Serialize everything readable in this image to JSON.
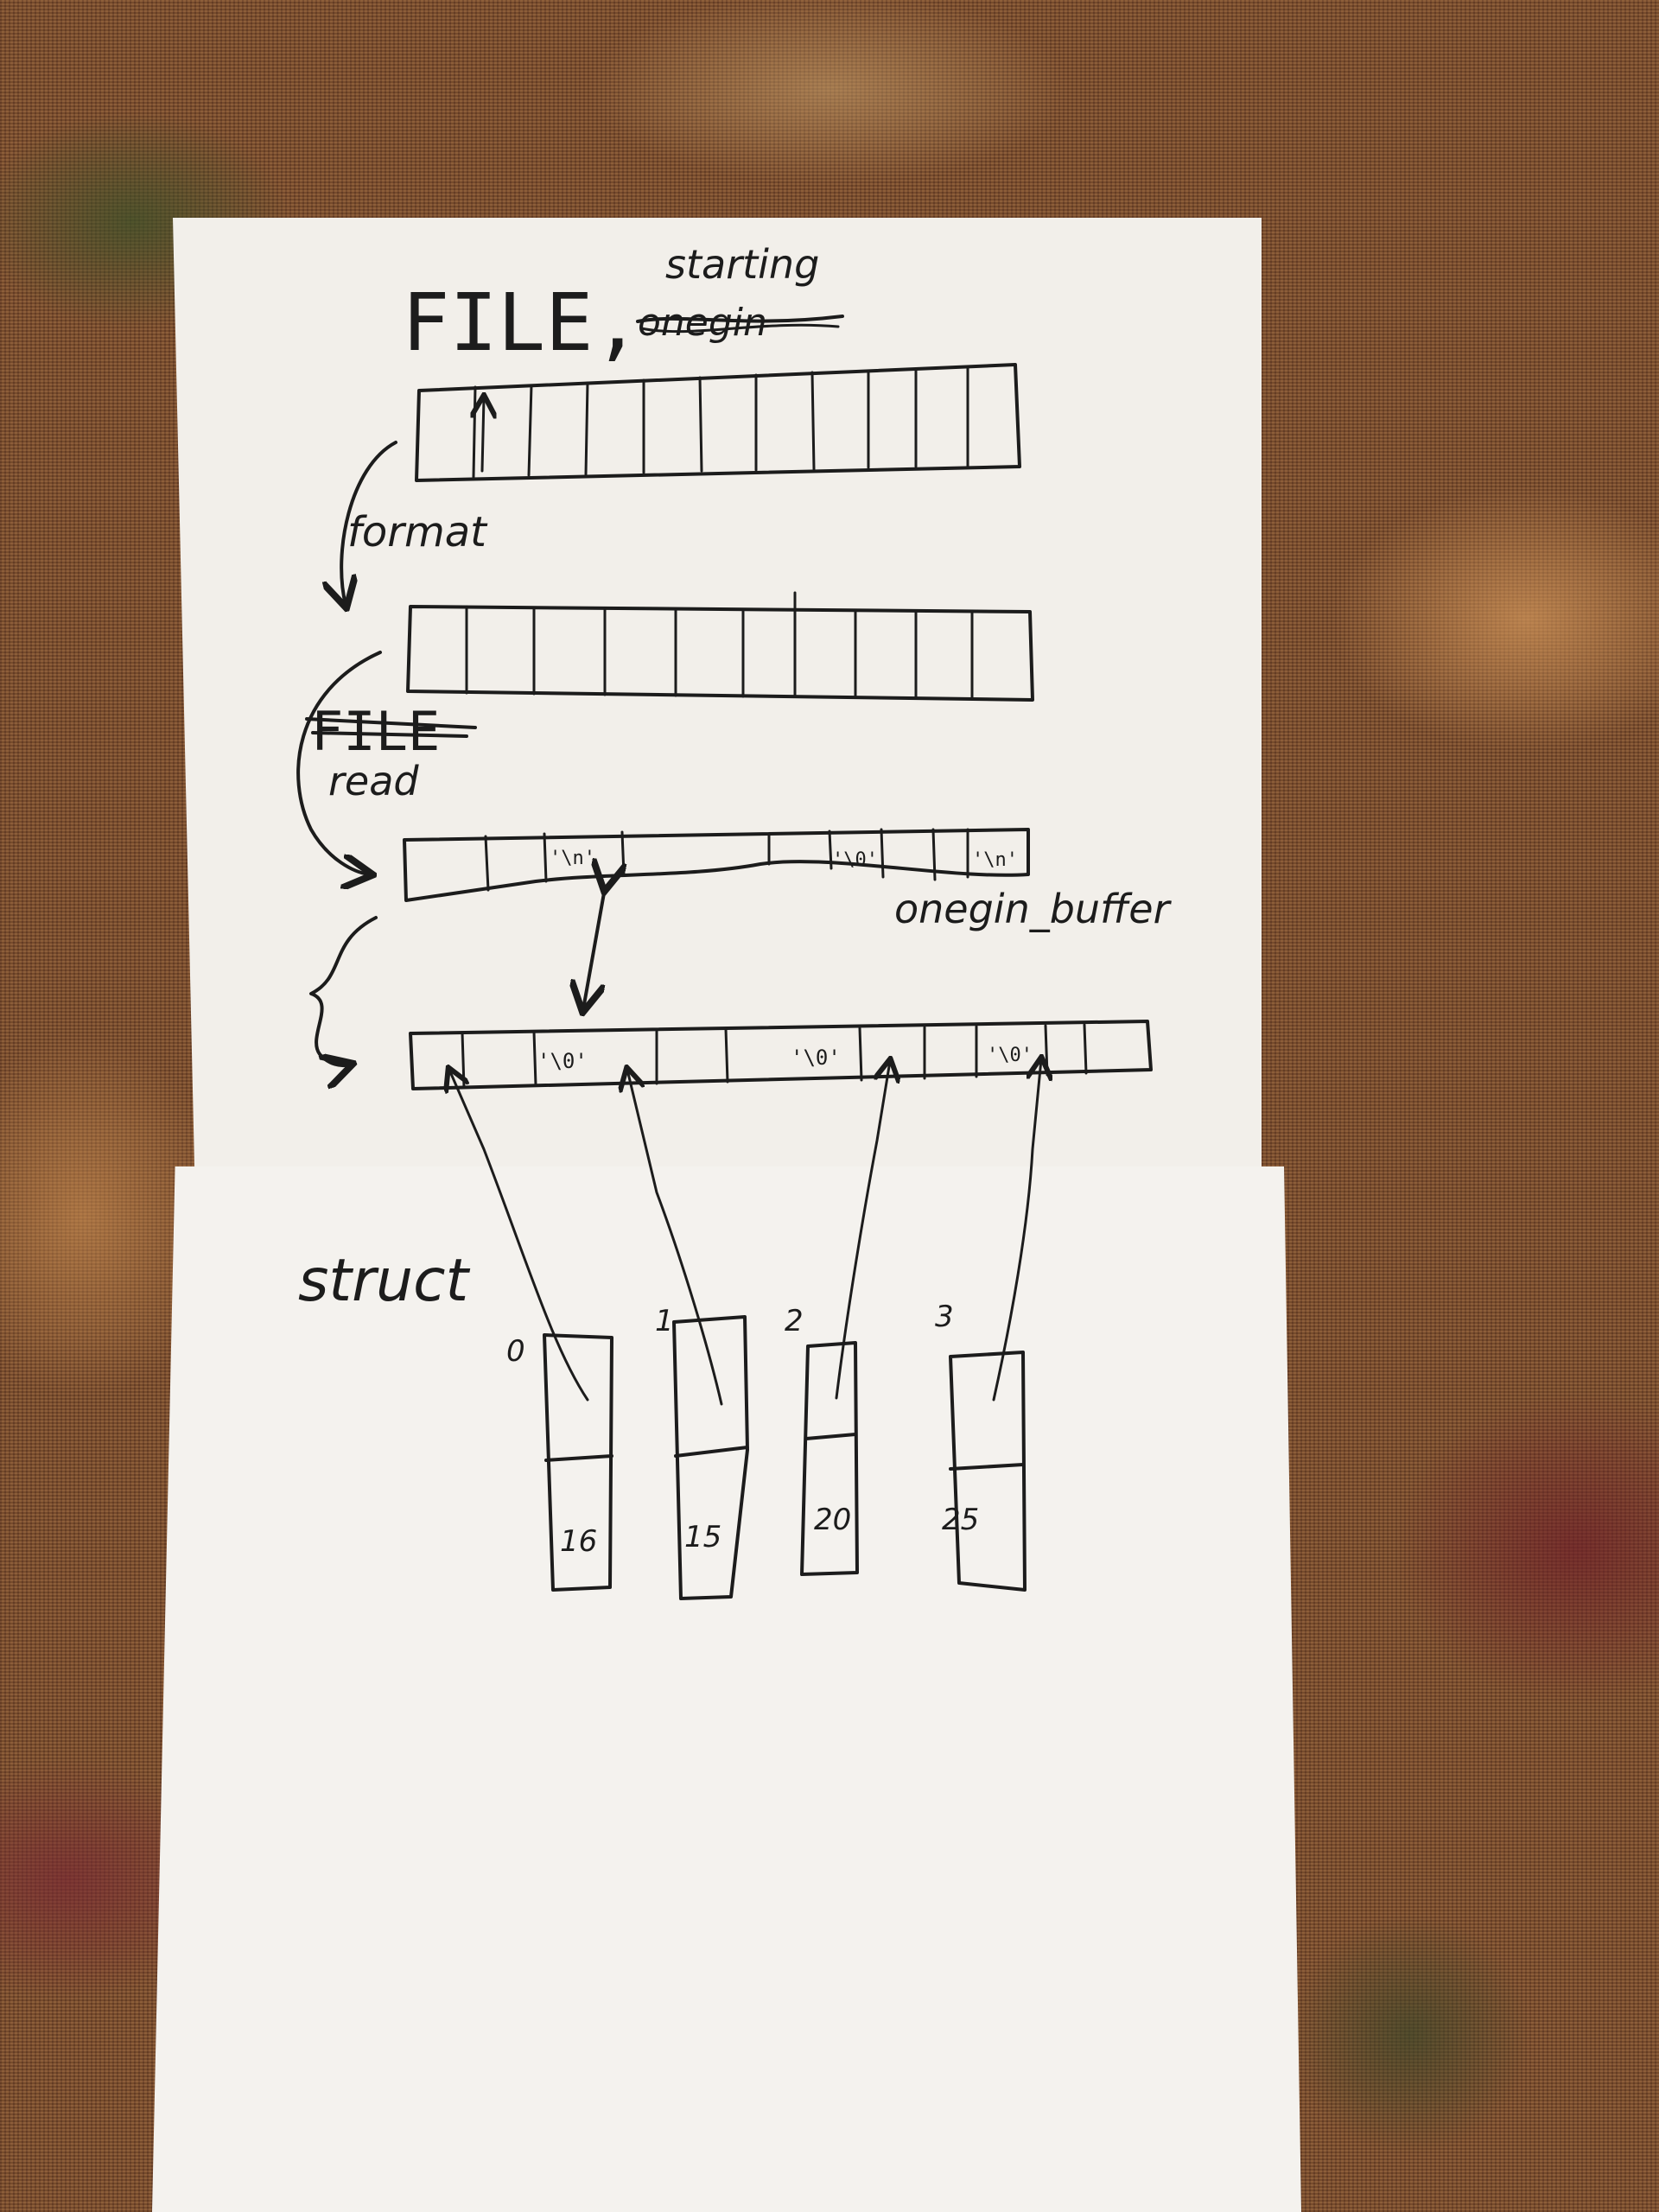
{
  "title": {
    "main": "FILE,",
    "struck_word": "onegin",
    "insert_word": "starting"
  },
  "steps": {
    "format": "format",
    "file_struck": "FILE",
    "read": "read"
  },
  "buffer": {
    "label": "onegin_buffer",
    "cells": [
      "'\\n'",
      "'\\0'",
      "'\\n'"
    ]
  },
  "processed_array": {
    "cells": [
      "'\\0'",
      "'\\0'",
      "'\\0'"
    ]
  },
  "struct": {
    "label": "struct",
    "entries": [
      {
        "index": "0",
        "length": "16"
      },
      {
        "index": "1",
        "length": "15"
      },
      {
        "index": "2",
        "length": "20"
      },
      {
        "index": "3",
        "length": "25"
      }
    ]
  },
  "colors": {
    "ink": "#1c1c1c",
    "paper": "#f2efea",
    "fabric": "#7a4a2c"
  }
}
